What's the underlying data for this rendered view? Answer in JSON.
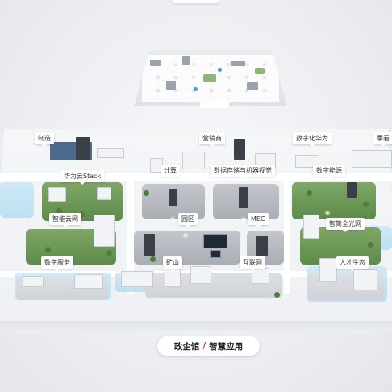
{
  "colors": {
    "accent": "#d23b2b",
    "grass": "#5d8a4a",
    "water": "#b4dcf0",
    "label_bg": "#ffffff"
  },
  "zones": {
    "manufacturing": "制造",
    "partner": "营销商",
    "digital_huawei": "数字化华为",
    "season": "季看",
    "stack": "华为云Stack",
    "compute": "计算",
    "storage": "数据存储与机器视觉",
    "digital_energy": "数字能源",
    "smart_cloud": "智能云网",
    "park": "园区",
    "mec": "MEC",
    "optical": "智简全光网",
    "digital_service": "数字服务",
    "mining": "矿山",
    "internet": "互联网",
    "talent": "人才生态"
  },
  "breadcrumb": {
    "current": "政企馆",
    "separator": "/",
    "sub": "智慧应用"
  }
}
